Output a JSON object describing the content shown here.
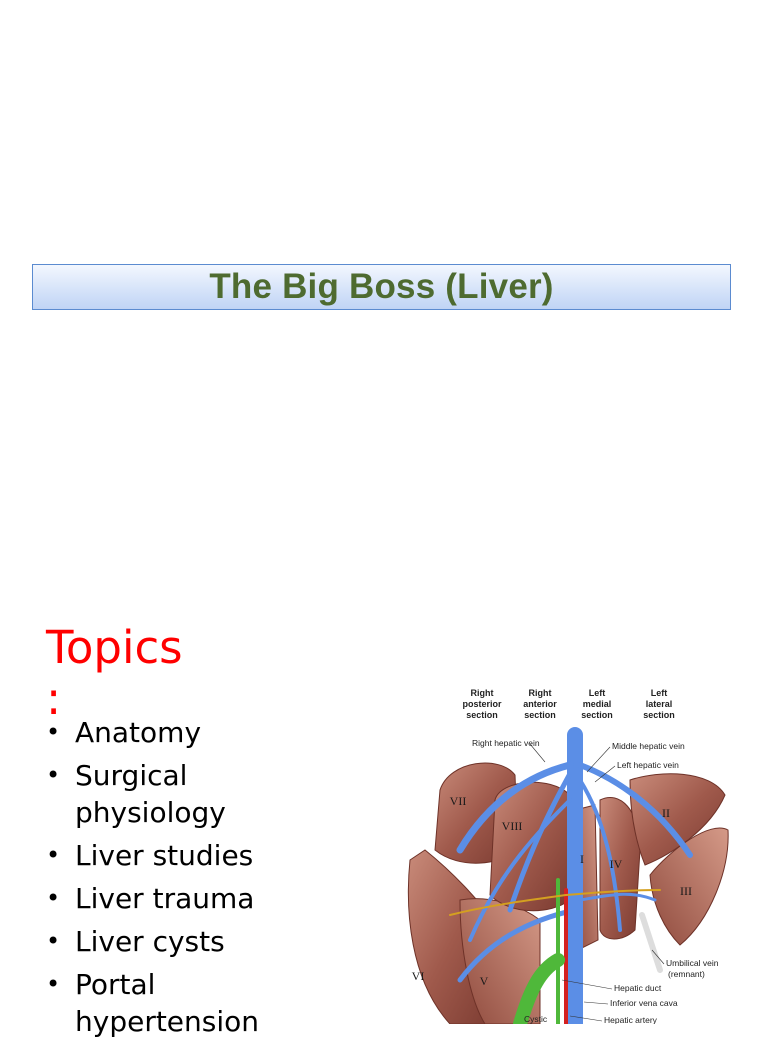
{
  "slide": {
    "title": "The Big Boss (Liver)"
  },
  "topics": {
    "heading": "Topics",
    "colon": ":",
    "items": [
      {
        "line1": "Anatomy",
        "line2": ""
      },
      {
        "line1": "Surgical",
        "line2": "physiology"
      },
      {
        "line1": "Liver studies",
        "line2": ""
      },
      {
        "line1": "Liver trauma",
        "line2": ""
      },
      {
        "line1": "Liver cysts",
        "line2": ""
      },
      {
        "line1": "Portal",
        "line2": "hypertension"
      }
    ]
  },
  "figure": {
    "section_headers": [
      [
        "Right",
        "posterior",
        "section"
      ],
      [
        "Right",
        "anterior",
        "section"
      ],
      [
        "Left",
        "medial",
        "section"
      ],
      [
        "Left",
        "lateral",
        "section"
      ]
    ],
    "labels": {
      "right_hepatic_vein": "Right hepatic vein",
      "middle_hepatic_vein": "Middle hepatic vein",
      "left_hepatic_vein": "Left hepatic vein",
      "umbilical_vein": "Umbilical vein",
      "umbilical_vein_2": "(remnant)",
      "hepatic_duct": "Hepatic duct",
      "ivc": "Inferior vena cava",
      "hepatic_artery": "Hepatic artery",
      "cystic": "Cystic"
    },
    "segments": {
      "s1": "I",
      "s2": "II",
      "s3": "III",
      "s4": "IV",
      "s5": "V",
      "s6": "VI",
      "s7": "VII",
      "s8": "VIII"
    },
    "colors": {
      "liver": "#a05a4c",
      "liver_light": "#c98b7a",
      "vein": "#5b8ee6",
      "artery": "#d42020",
      "duct": "#4fb83a"
    }
  }
}
